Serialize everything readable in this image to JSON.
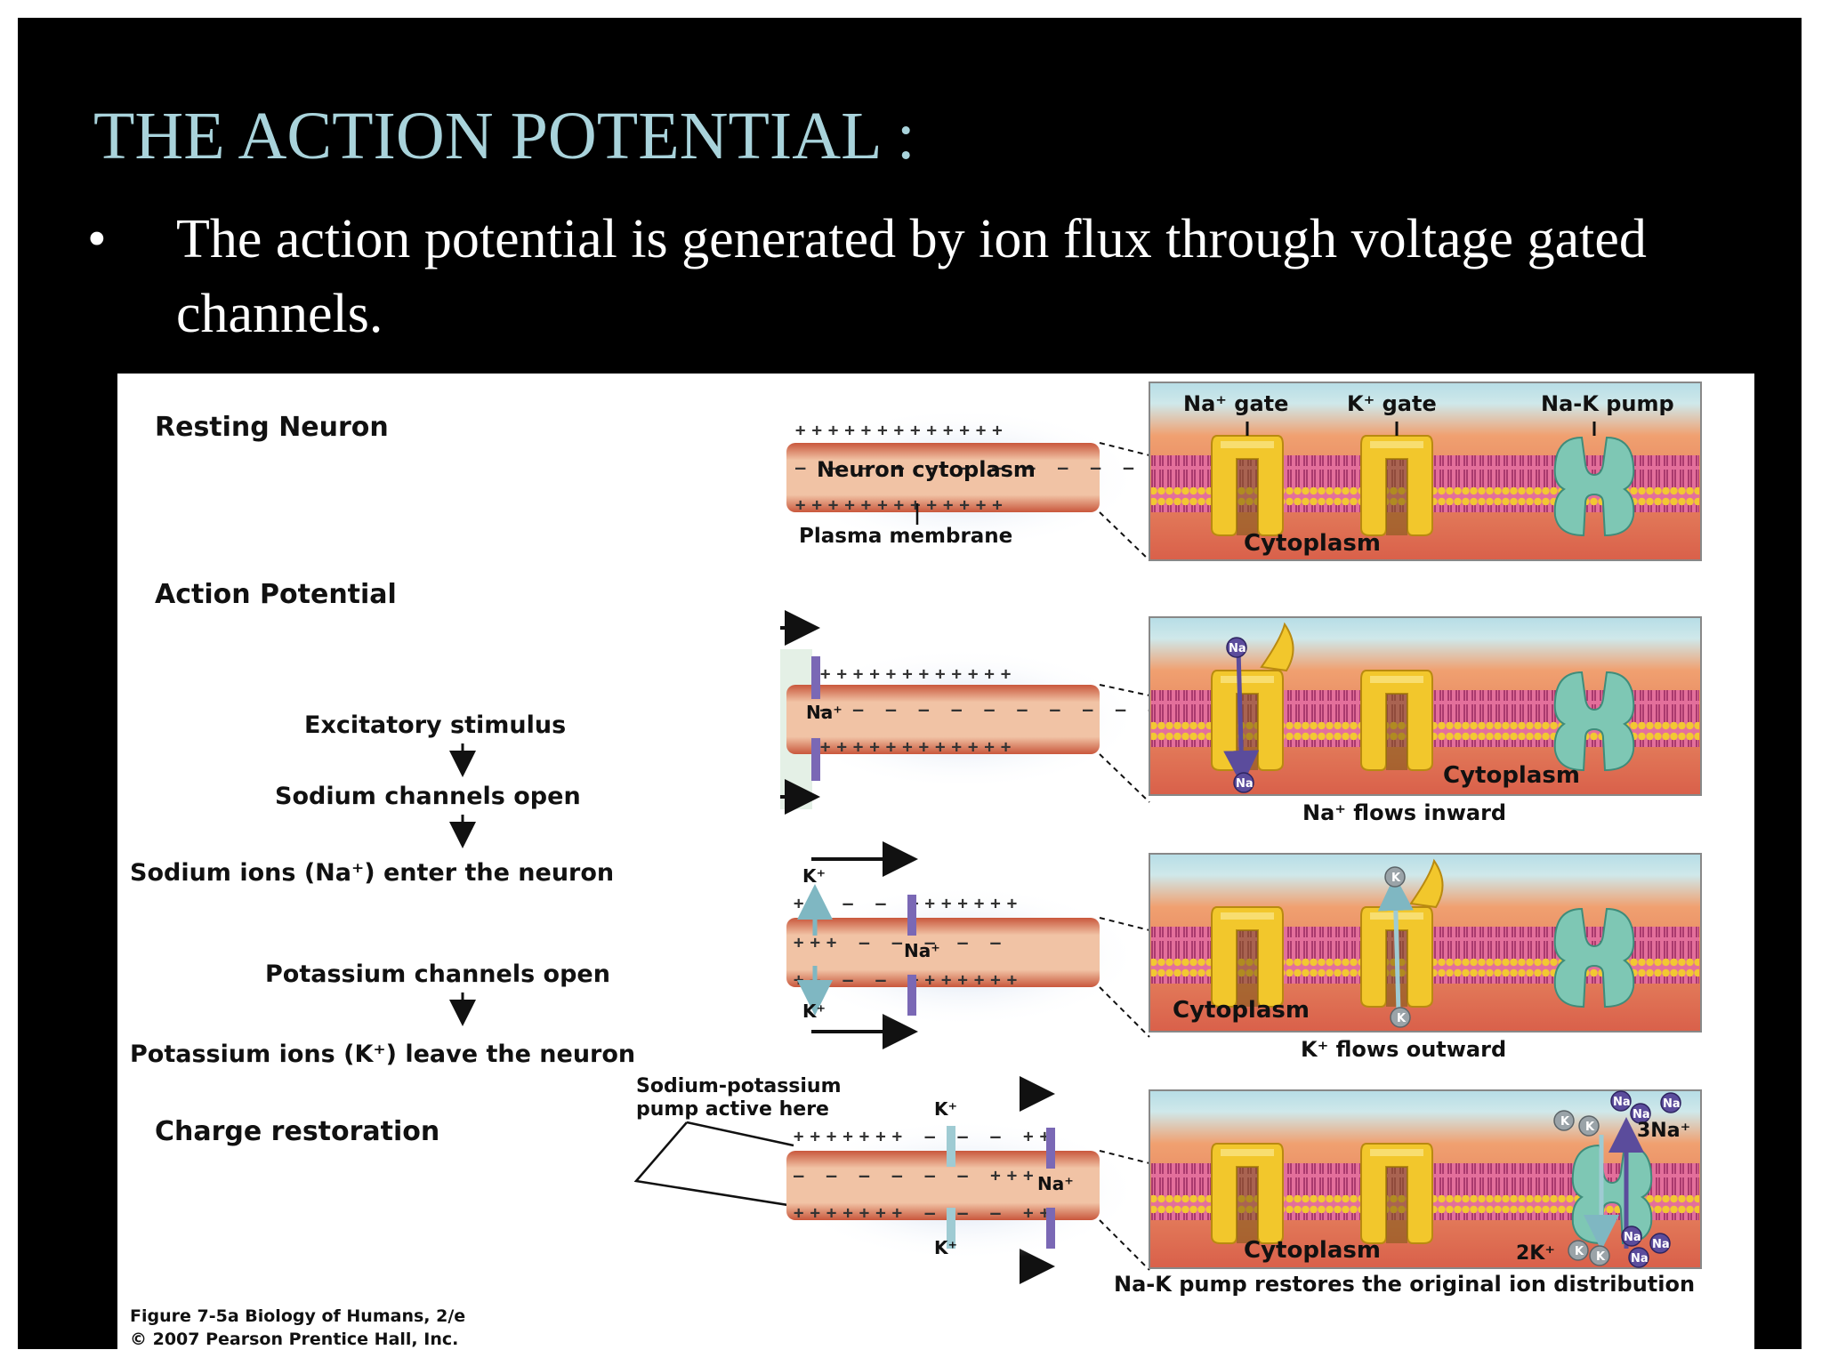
{
  "slide": {
    "title": "THE ACTION POTENTIAL :",
    "bullet": "The action potential is generated by ion flux through voltage gated channels."
  },
  "figure": {
    "left_labels": {
      "resting_neuron": "Resting Neuron",
      "action_potential": "Action Potential",
      "excitatory_stimulus": "Excitatory stimulus",
      "sodium_channels_open": "Sodium channels open",
      "sodium_ions_enter": "Sodium ions (Na⁺) enter the neuron",
      "potassium_channels_open": "Potassium channels open",
      "potassium_ions_leave": "Potassium ions (K⁺) leave the neuron",
      "charge_restoration": "Charge restoration",
      "pump_active_here_1": "Sodium-potassium",
      "pump_active_here_2": "pump active here"
    },
    "axon_labels": {
      "neuron_cytoplasm": "Neuron cytoplasm",
      "plasma_membrane": "Plasma membrane",
      "na": "Na⁺",
      "k": "K⁺"
    },
    "panels": {
      "na_gate": "Na⁺ gate",
      "k_gate": "K⁺ gate",
      "na_k_pump": "Na-K pump",
      "cytoplasm": "Cytoplasm",
      "na_flows_inward": "Na⁺ flows inward",
      "k_flows_outward": "K⁺ flows outward",
      "pump_restores": "Na-K pump restores the original ion distribution",
      "three_na": "3Na⁺",
      "two_k": "2K⁺",
      "na_ion": "Na",
      "k_ion": "K"
    },
    "credit": {
      "line1": "Figure 7-5a  Biology of Humans, 2/e",
      "line2": "© 2007 Pearson Prentice Hall, Inc."
    },
    "colors": {
      "slide_background": "#000000",
      "title": "#a9d3db",
      "membrane": "#d9604a",
      "gate": "#f2c72c",
      "pump": "#7ec7b4",
      "sodium_ion": "#5b4c9c",
      "potassium_ion": "#9aa3a8"
    }
  }
}
